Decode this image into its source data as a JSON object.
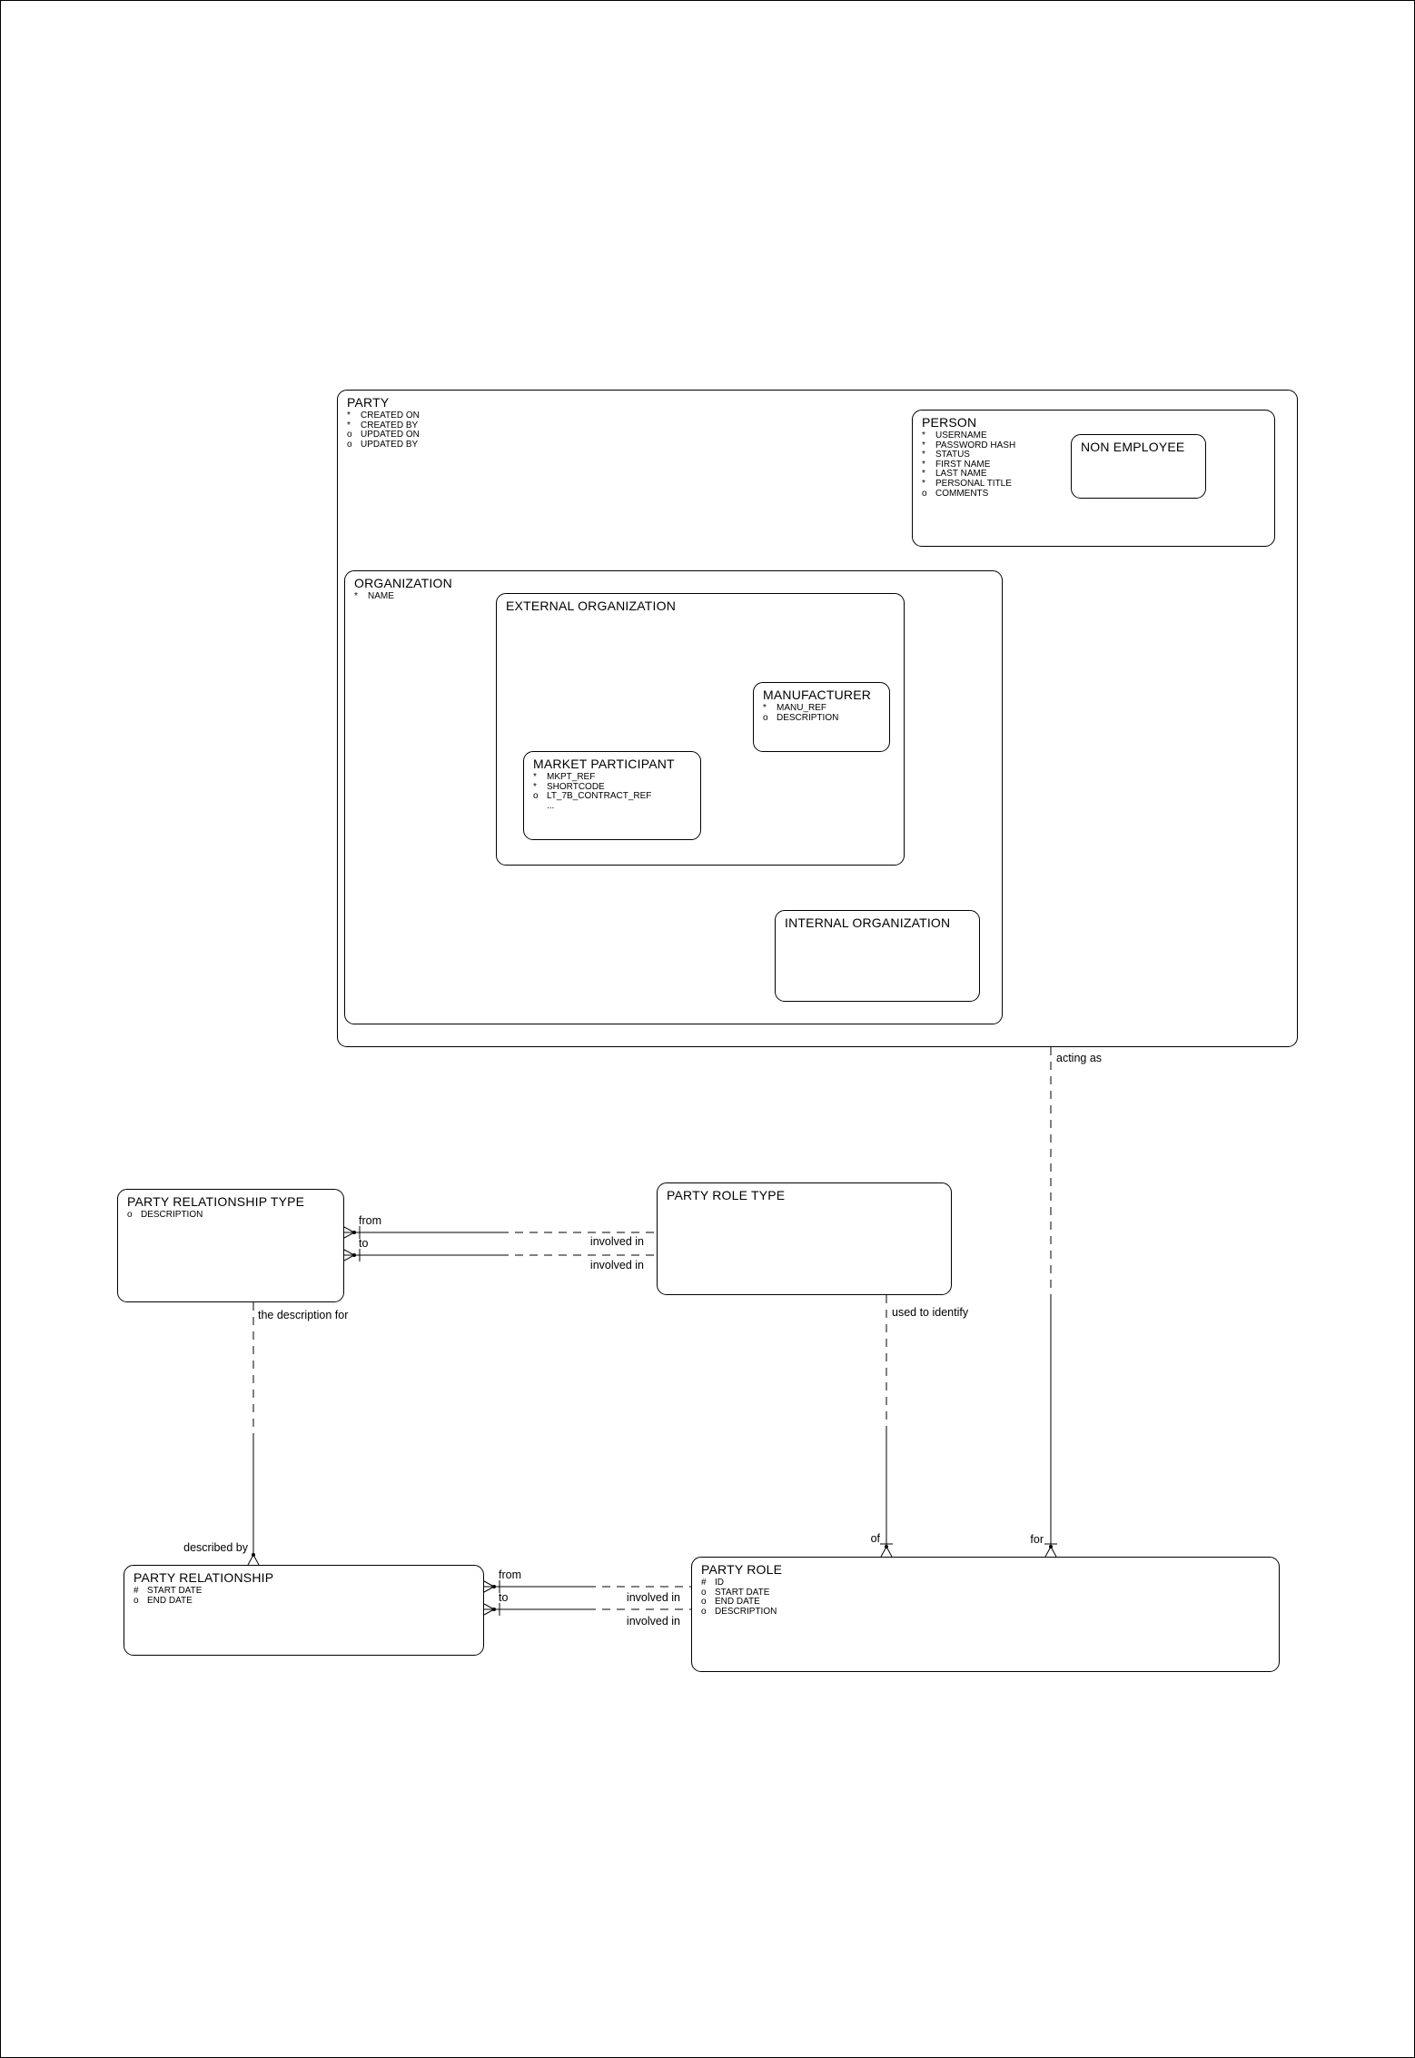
{
  "colors": {
    "line": "#000000",
    "background": "#ffffff",
    "text": "#000000"
  },
  "entities": {
    "party": {
      "title": "PARTY",
      "attributes": [
        {
          "p": "*",
          "n": "CREATED ON"
        },
        {
          "p": "*",
          "n": "CREATED BY"
        },
        {
          "p": "o",
          "n": "UPDATED ON"
        },
        {
          "p": "o",
          "n": "UPDATED BY"
        }
      ]
    },
    "person": {
      "title": "PERSON",
      "attributes": [
        {
          "p": "*",
          "n": "USERNAME"
        },
        {
          "p": "*",
          "n": "PASSWORD HASH"
        },
        {
          "p": "*",
          "n": "STATUS"
        },
        {
          "p": "*",
          "n": "FIRST NAME"
        },
        {
          "p": "*",
          "n": "LAST NAME"
        },
        {
          "p": "*",
          "n": "PERSONAL TITLE"
        },
        {
          "p": "o",
          "n": "COMMENTS"
        }
      ]
    },
    "non_employee": {
      "title": "NON EMPLOYEE",
      "attributes": []
    },
    "organization": {
      "title": "ORGANIZATION",
      "attributes": [
        {
          "p": "*",
          "n": "NAME"
        }
      ]
    },
    "external_organization": {
      "title": "EXTERNAL ORGANIZATION",
      "attributes": []
    },
    "manufacturer": {
      "title": "MANUFACTURER",
      "attributes": [
        {
          "p": "*",
          "n": "MANU_REF"
        },
        {
          "p": "o",
          "n": "DESCRIPTION"
        }
      ]
    },
    "market_participant": {
      "title": "MARKET PARTICIPANT",
      "attributes": [
        {
          "p": "*",
          "n": "MKPT_REF"
        },
        {
          "p": "*",
          "n": "SHORTCODE"
        },
        {
          "p": "o",
          "n": "LT_7B_CONTRACT_REF"
        },
        {
          "p": "",
          "n": "..."
        }
      ]
    },
    "internal_organization": {
      "title": "INTERNAL ORGANIZATION",
      "attributes": []
    },
    "party_relationship_type": {
      "title": "PARTY RELATIONSHIP TYPE",
      "attributes": [
        {
          "p": "o",
          "n": "DESCRIPTION"
        }
      ]
    },
    "party_role_type": {
      "title": "PARTY ROLE TYPE",
      "attributes": []
    },
    "party_relationship": {
      "title": "PARTY RELATIONSHIP",
      "attributes": [
        {
          "p": "#",
          "n": "START DATE"
        },
        {
          "p": "o",
          "n": "END DATE"
        }
      ]
    },
    "party_role": {
      "title": "PARTY ROLE",
      "attributes": [
        {
          "p": "#",
          "n": "ID"
        },
        {
          "p": "o",
          "n": "START DATE"
        },
        {
          "p": "o",
          "n": "END DATE"
        },
        {
          "p": "o",
          "n": "DESCRIPTION"
        }
      ]
    }
  },
  "relationships": {
    "acting_as": {
      "top_label": "acting as",
      "bottom_label": "for"
    },
    "used_to_identify": {
      "top_label": "used to identify",
      "bottom_label": "of"
    },
    "description": {
      "top_label": "the description for",
      "bottom_label": "described by"
    },
    "type_from": {
      "left_label": "from",
      "right_label": "involved in"
    },
    "type_to": {
      "left_label": "to",
      "right_label": "involved in"
    },
    "rel_from": {
      "left_label": "from",
      "right_label": "involved in"
    },
    "rel_to": {
      "left_label": "to",
      "right_label": "involved in"
    }
  }
}
